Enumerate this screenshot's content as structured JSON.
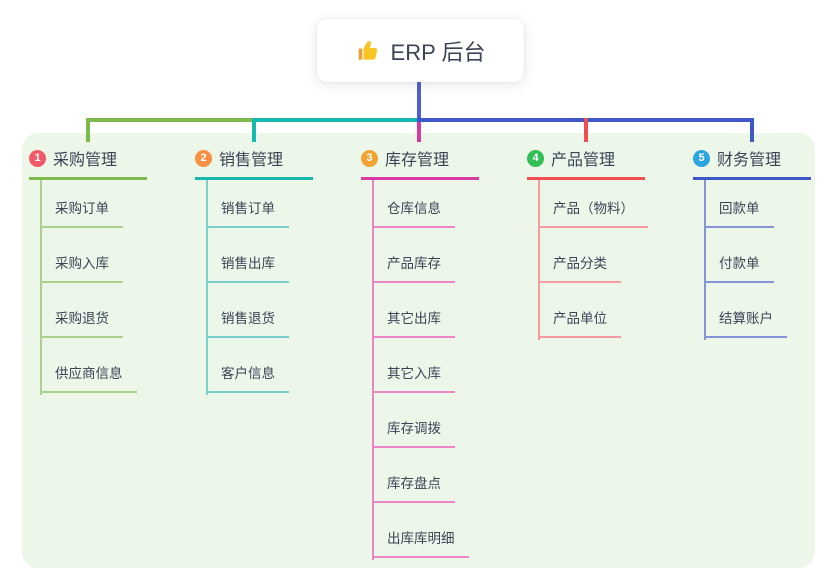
{
  "root": {
    "title": "ERP 后台",
    "icon": "thumbs-up-icon",
    "icon_colors": {
      "hand": "#F7C325",
      "sleeve": "#E8A33D"
    }
  },
  "theme": {
    "background": "#ffffff",
    "panel_bg": "#EDF7E9",
    "text_color": "#3A4456",
    "root_connector": "#4D5FD3"
  },
  "branches": [
    {
      "index": "1",
      "label": "采购管理",
      "badge_color": "#F15B68",
      "line_color": "#7CBA4D",
      "light_color": "#A9D38C",
      "children": [
        "采购订单",
        "采购入库",
        "采购退货",
        "供应商信息"
      ]
    },
    {
      "index": "2",
      "label": "销售管理",
      "badge_color": "#F78F44",
      "line_color": "#16B8B0",
      "light_color": "#79CFC9",
      "children": [
        "销售订单",
        "销售出库",
        "销售退货",
        "客户信息"
      ]
    },
    {
      "index": "3",
      "label": "库存管理",
      "badge_color": "#F1A433",
      "line_color": "#D93AA2",
      "light_color": "#EB85C6",
      "children": [
        "仓库信息",
        "产品库存",
        "其它出库",
        "其它入库",
        "库存调拨",
        "库存盘点",
        "出库库明细"
      ]
    },
    {
      "index": "4",
      "label": "产品管理",
      "badge_color": "#32BD56",
      "line_color": "#EF4E52",
      "light_color": "#F59C9E",
      "children": [
        "产品（物料）",
        "产品分类",
        "产品单位"
      ]
    },
    {
      "index": "5",
      "label": "财务管理",
      "badge_color": "#2CA4DE",
      "line_color": "#3F58C9",
      "light_color": "#8494D6",
      "children": [
        "回款单",
        "付款单",
        "结算账户"
      ]
    }
  ]
}
